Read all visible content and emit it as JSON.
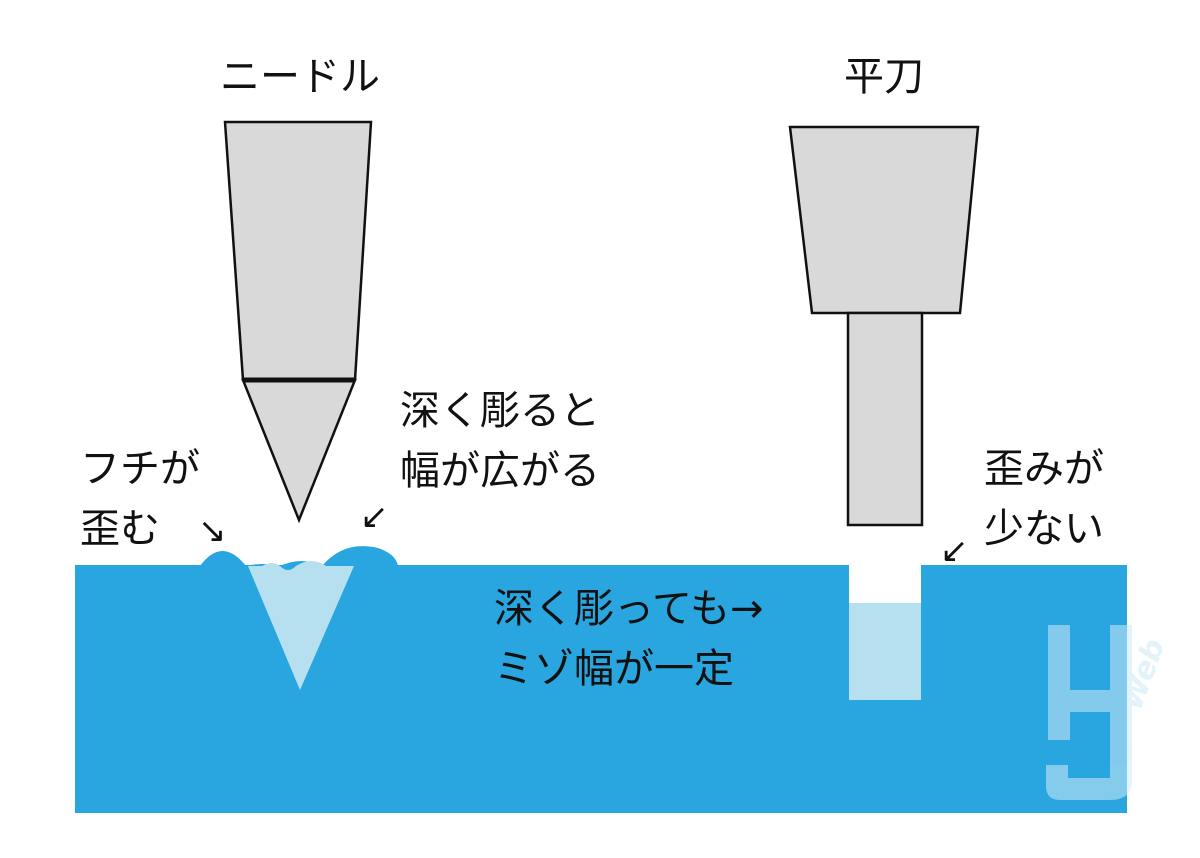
{
  "tools": {
    "needle": {
      "title": "ニードル"
    },
    "flat_blade": {
      "title": "平刀"
    }
  },
  "annotations": {
    "needle_rim": {
      "line1": "フチが",
      "line2": "歪む",
      "arrow": "↘"
    },
    "needle_depth": {
      "line1": "深く彫ると",
      "line2": "幅が広がる",
      "arrow": "↙"
    },
    "flat_distortion": {
      "line1": "歪みが",
      "line2": "少ない",
      "arrow": "↙"
    },
    "flat_depth": {
      "line1": "深く彫っても→",
      "line2": "ミゾ幅が一定"
    }
  },
  "watermark": {
    "letter": "HJ",
    "suffix": "Web"
  },
  "colors": {
    "material": "#29a6e0",
    "groove": "#b6e0f0",
    "tool_fill": "#d9d9d9",
    "tool_stroke": "#111111",
    "text": "#111111"
  }
}
